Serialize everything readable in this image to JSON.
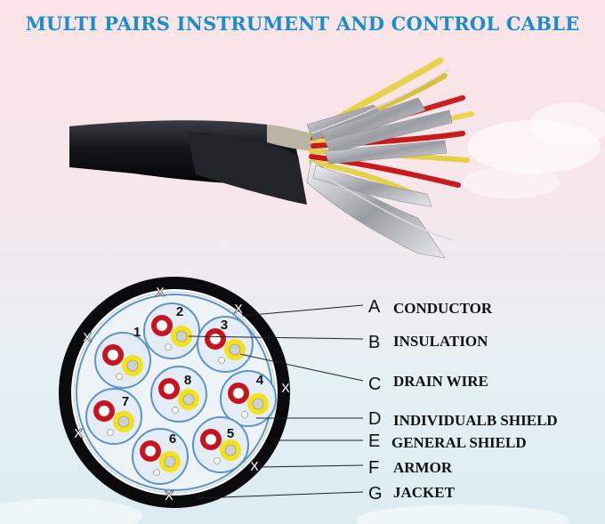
{
  "title": "MULTI PAIRS INSTRUMENT AND CONTROL CABLE",
  "colors": {
    "title": "#1a8fc7",
    "jacket": "#0b0b0d",
    "shield": "#5c93c8",
    "conductor_red": "#c8141e",
    "conductor_yellow": "#f2e21c"
  },
  "pairs": [
    "1",
    "2",
    "3",
    "4",
    "5",
    "6",
    "7",
    "8"
  ],
  "armor_mark": "X",
  "legend": [
    {
      "letter": "A",
      "text": "CONDUCTOR"
    },
    {
      "letter": "B",
      "text": "INSULATION"
    },
    {
      "letter": "C",
      "text": "DRAIN WIRE"
    },
    {
      "letter": "D",
      "text": "INDIVIDUALB SHIELD"
    },
    {
      "letter": "E",
      "text": "GENERAL SHIELD"
    },
    {
      "letter": "F",
      "text": "ARMOR"
    },
    {
      "letter": "G",
      "text": "JACKET"
    }
  ]
}
